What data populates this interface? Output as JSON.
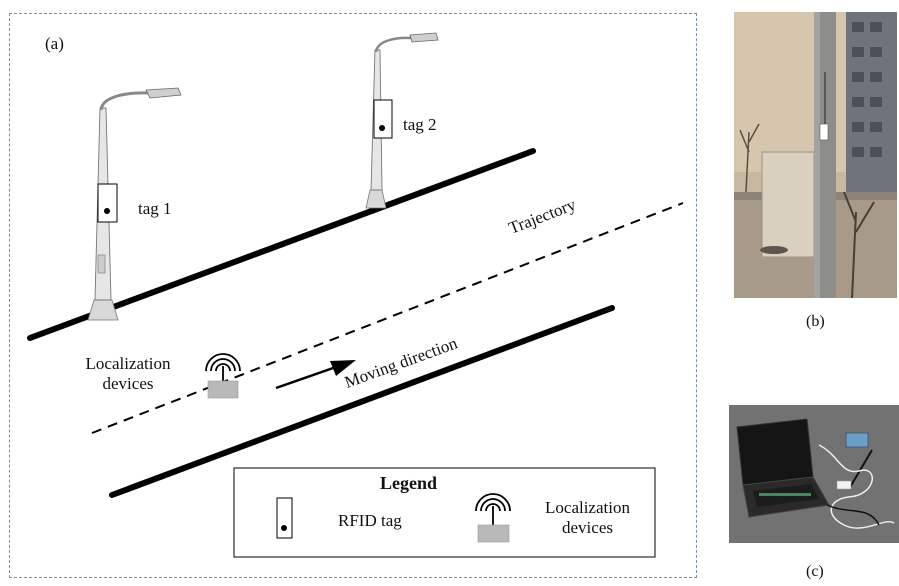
{
  "panel_a": {
    "label": "(a)",
    "tag1_label": "tag 1",
    "tag2_label": "tag 2",
    "trajectory_label": "Trajectory",
    "moving_direction_label": "Moving direction",
    "device_label_line1": "Localization",
    "device_label_line2": "devices"
  },
  "legend": {
    "title": "Legend",
    "rfid_label": "RFID tag",
    "device_label_line1": "Localization",
    "device_label_line2": "devices"
  },
  "panel_b": {
    "caption": "(b)"
  },
  "panel_c": {
    "caption": "(c)"
  },
  "colors": {
    "frame_dash": "#7a8fa3",
    "device_box": "#b9b9b9",
    "road_line": "#000000"
  }
}
